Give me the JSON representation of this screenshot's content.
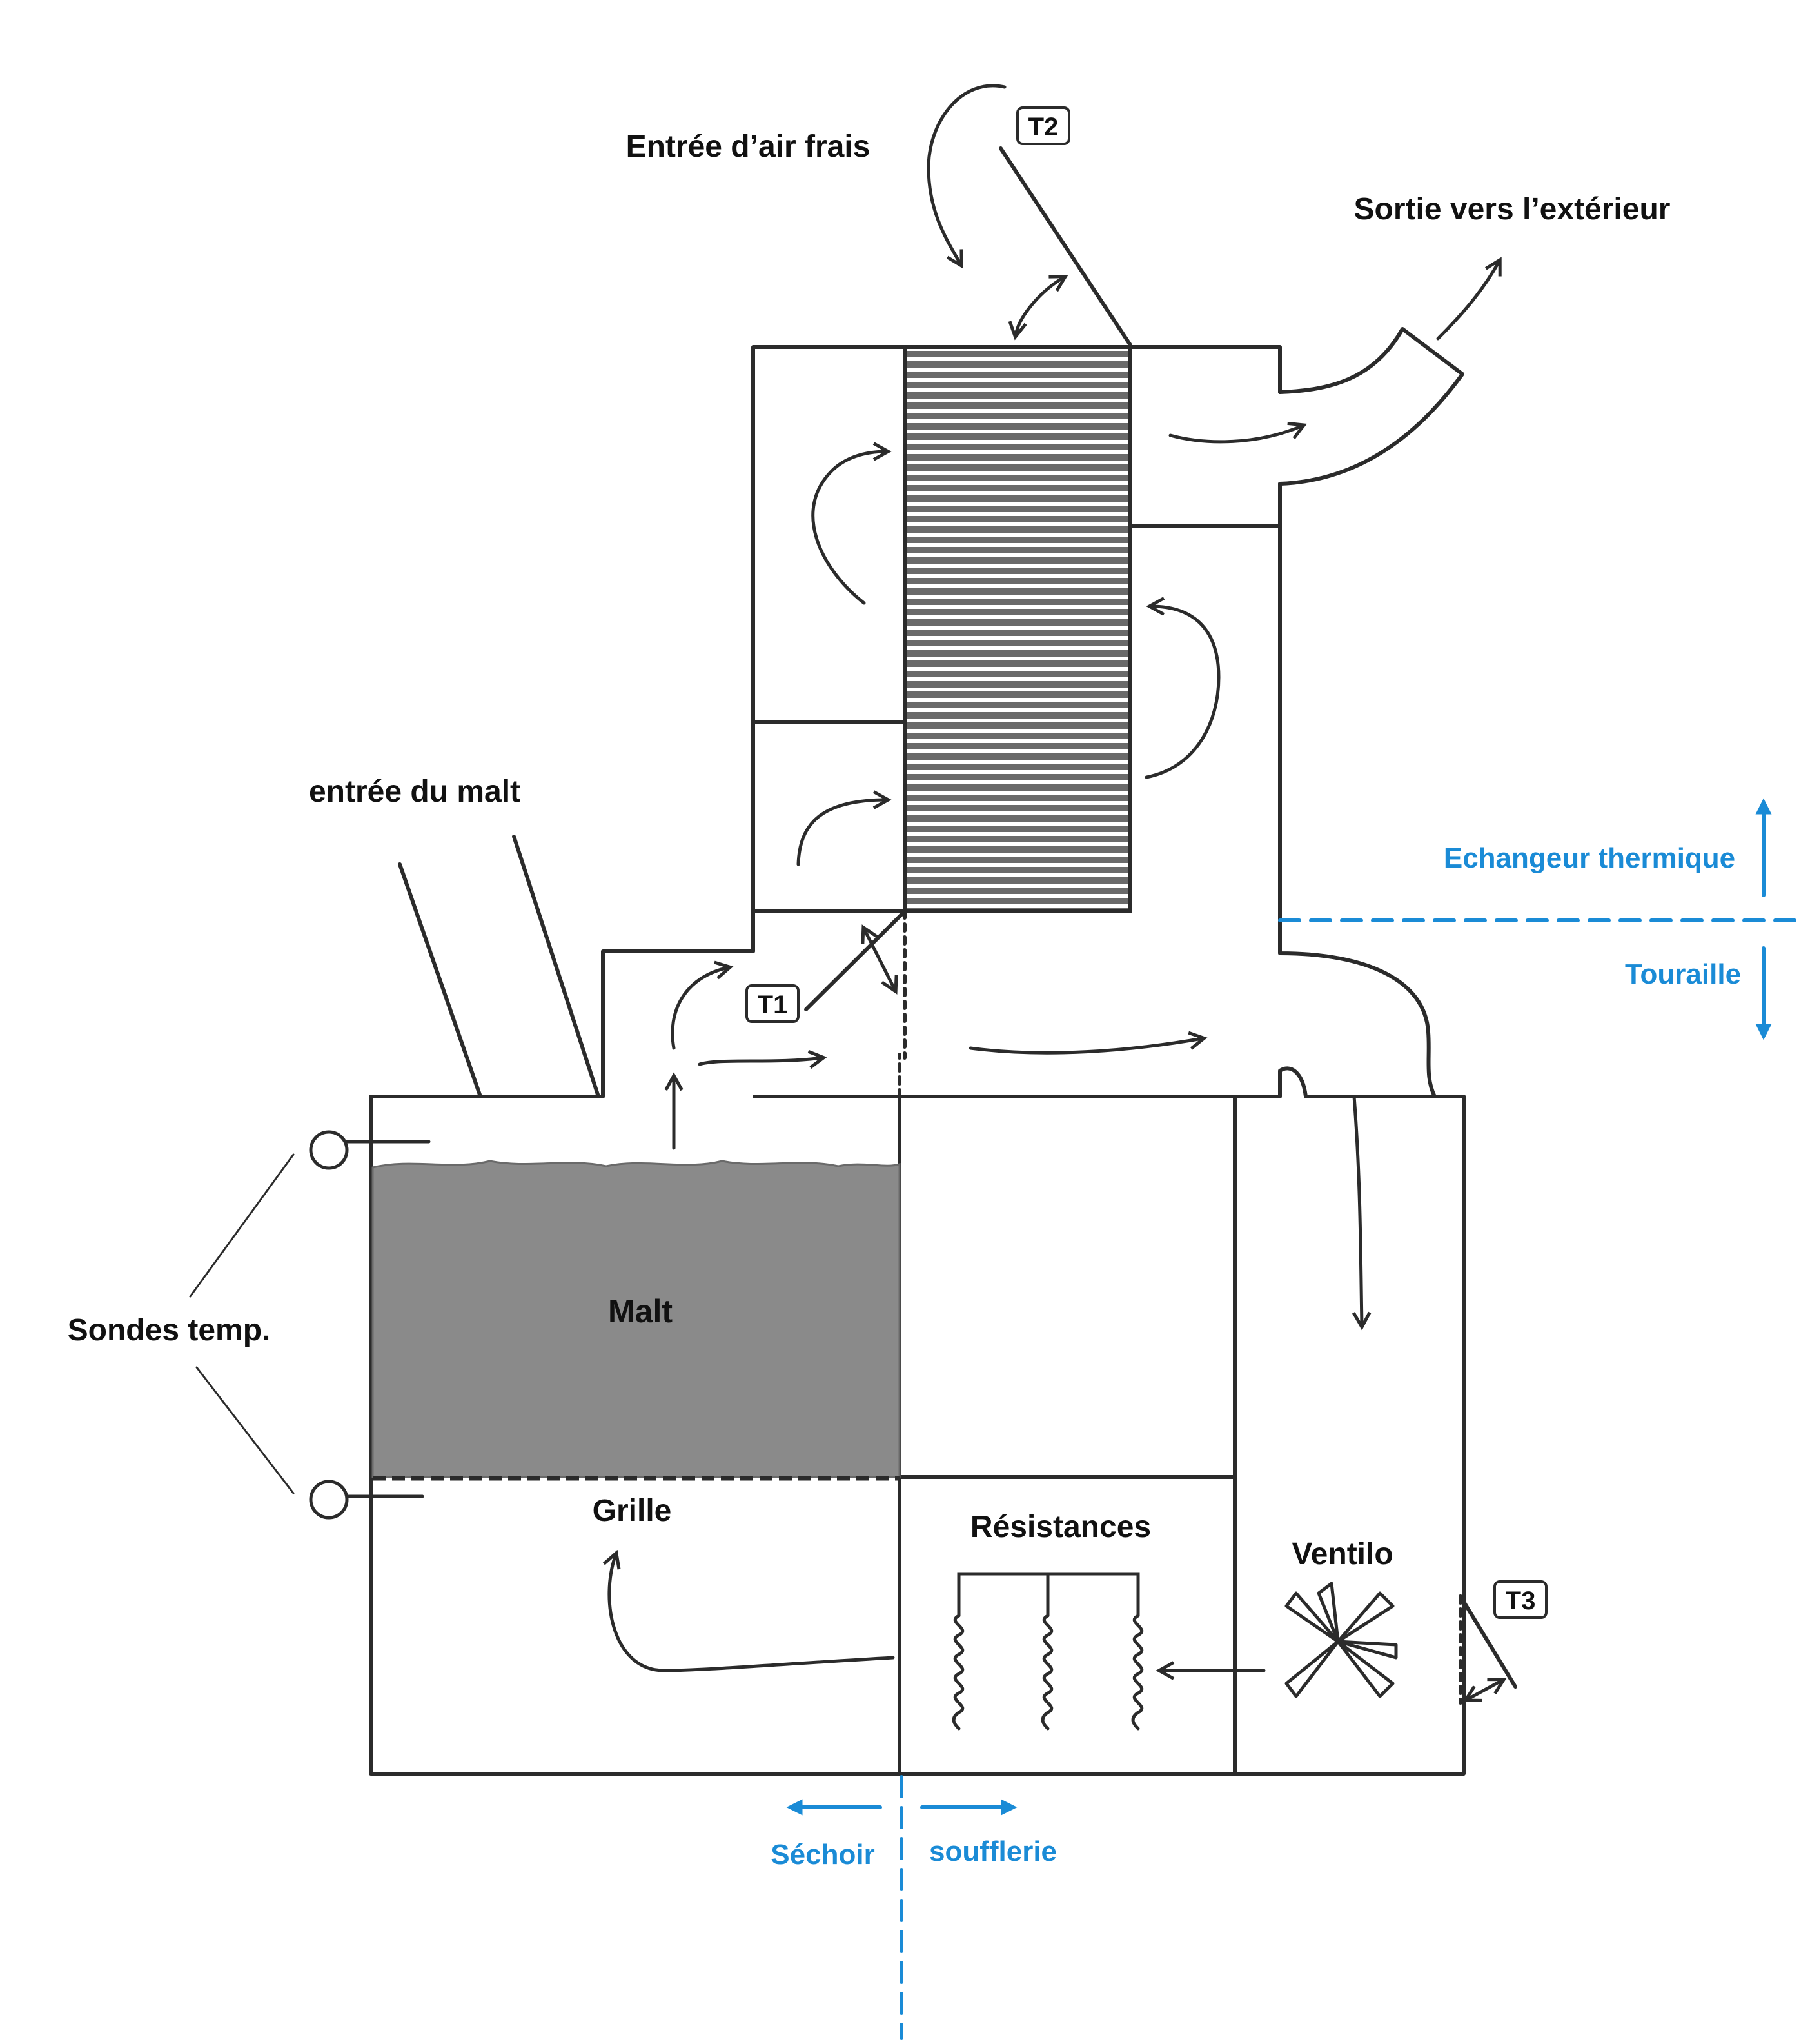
{
  "labels": {
    "air_in": "Entrée d’air frais",
    "air_out": "Sortie vers l’extérieur",
    "malt_in": "entrée du malt",
    "malt": "Malt",
    "grille": "Grille",
    "sondes": "Sondes temp.",
    "resistances": "Résistances",
    "ventilo": "Ventilo",
    "t1": "T1",
    "t2": "T2",
    "t3": "T3"
  },
  "zones": {
    "echangeur": "Echangeur thermique",
    "touraille": "Touraille",
    "sechoir": "Séchoir",
    "soufflerie": "soufflerie"
  },
  "colors": {
    "ink": "#2b2b2b",
    "accent": "#1a8bd6",
    "malt_fill": "#8a8a8a",
    "exchanger_fill": "#6a6a6a"
  }
}
